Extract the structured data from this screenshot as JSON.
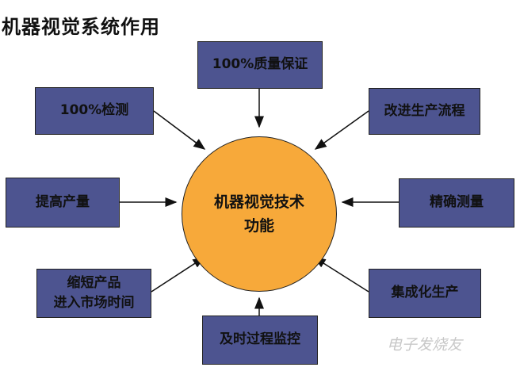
{
  "title": "机器视觉系统作用",
  "center": {
    "label": "机器视觉技术\n功能"
  },
  "boxes": {
    "top": "100%质量保证",
    "top_left": "100%检测",
    "top_right": "改进生产流程",
    "left": "提高产量",
    "right": "精确测量",
    "bottom_left": "缩短产品\n进入市场时间",
    "bottom_right": "集成化生产",
    "bottom": "及时过程监控"
  },
  "watermark": "电子发烧友"
}
